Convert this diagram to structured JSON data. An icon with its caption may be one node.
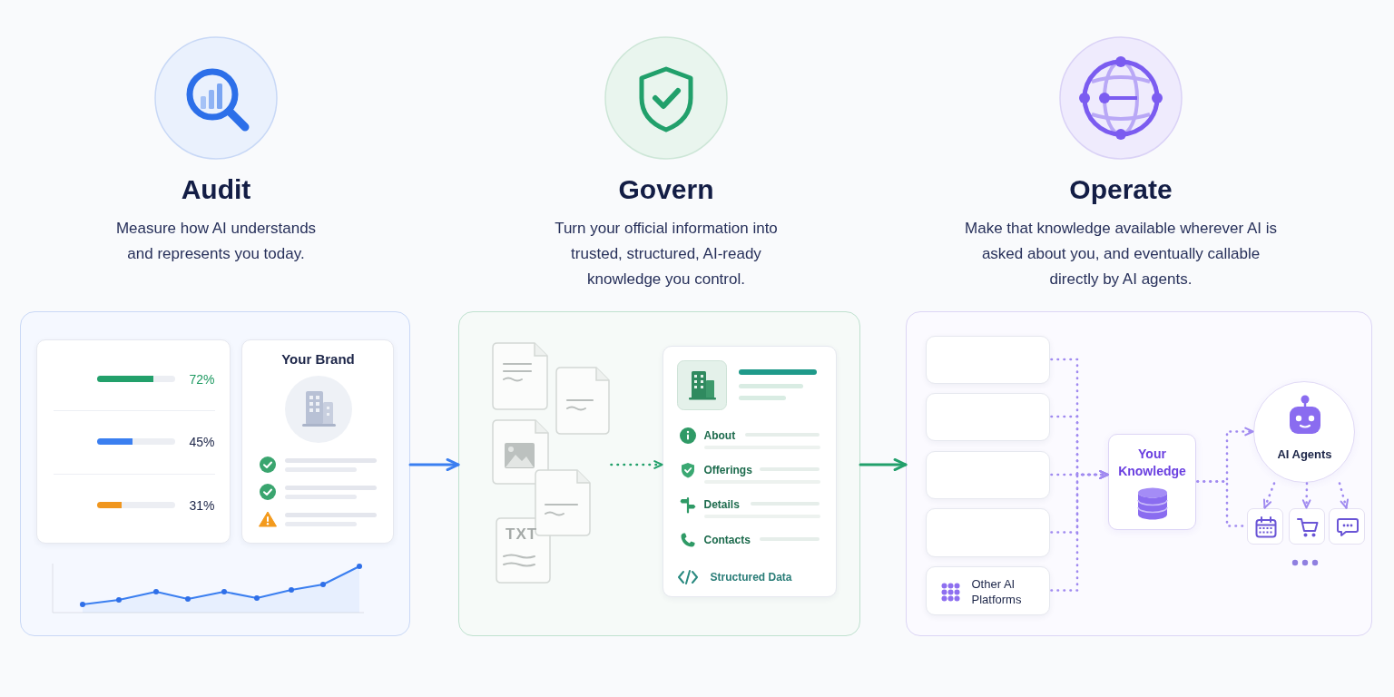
{
  "diagram": {
    "nodes": [
      {
        "text": [],
        "shape": "box"
      },
      {
        "text": [],
        "shape": "box",
        "in": 0
      },
      {
        "text": [
          "Your Brand"
        ],
        "in": 0
      },
      {
        "text": [],
        "shape": "box"
      },
      {
        "text": [],
        "shape": "picture",
        "in": 3
      },
      {
        "text": [
          "About",
          "Offerings",
          "Details",
          "Contacts",
          "Structured Data"
        ],
        "in": 3
      },
      {
        "text": [],
        "shape": "box"
      },
      {
        "text": [],
        "shape": "box",
        "in": 6
      },
      {
        "text": [],
        "shape": "box",
        "in": 6
      },
      {
        "text": [],
        "shape": "box",
        "in": 6
      },
      {
        "text": [],
        "shape": "box",
        "in": 6
      },
      {
        "text": [
          "Other AI Platforms"
        ],
        "in": 6
      },
      {
        "text": [
          "Your Knowledge"
        ],
        "in": 6
      },
      {
        "text": [
          "AI Agents"
        ],
        "in": 6
      },
      {
        "text": [],
        "shape": "box",
        "in": 6
      },
      {
        "text": [],
        "shape": "box",
        "in": 6
      },
      {
        "text": [],
        "shape": "box",
        "in": 6
      }
    ],
    "edges": [
      {
        "from": 0,
        "to": 3,
        "arrow": "to",
        "color": "#3b7ff0"
      },
      {
        "from": 3,
        "to": 6,
        "arrow": "to",
        "color": "#22a06b"
      },
      {
        "from": 4,
        "to": 5,
        "arrow": "to",
        "style": "dashed",
        "color": "#22a06b"
      },
      {
        "from": 7,
        "to": 12,
        "arrow": "to",
        "style": "dashed"
      },
      {
        "from": 8,
        "to": 12,
        "arrow": "to",
        "style": "dashed"
      },
      {
        "from": 9,
        "to": 12,
        "arrow": "to",
        "style": "dashed"
      },
      {
        "from": 10,
        "to": 12,
        "arrow": "to",
        "style": "dashed"
      },
      {
        "from": 11,
        "to": 12,
        "arrow": "to",
        "style": "dashed"
      },
      {
        "from": 12,
        "to": 13,
        "arrow": "to",
        "style": "dashed"
      },
      {
        "from": 12,
        "to": 14,
        "arrow": "none",
        "style": "dashed"
      },
      {
        "from": 13,
        "to": 14,
        "arrow": "to",
        "style": "dashed"
      },
      {
        "from": 13,
        "to": 15,
        "arrow": "to",
        "style": "dashed"
      },
      {
        "from": 13,
        "to": 16,
        "arrow": "to",
        "style": "dashed"
      }
    ],
    "labels": [
      "Audit",
      "Measure how AI understands and represents you today.",
      "Govern",
      "Turn your official information into trusted, structured, AI-ready knowledge you control.",
      "Operate",
      "Make that knowledge available wherever AI is asked about you, and eventually callable directly by AI agents.",
      "72%",
      "45%",
      "31%",
      "TXT"
    ]
  }
}
